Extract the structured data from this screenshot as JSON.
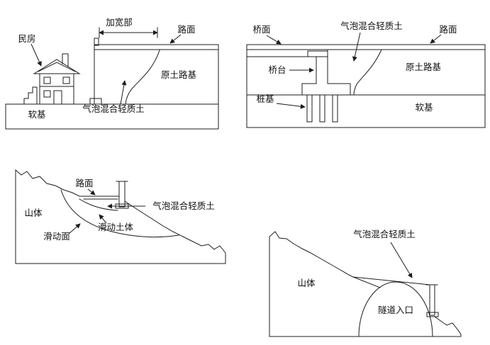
{
  "page": {
    "background": "#ffffff",
    "ink": "#1c1c1c"
  },
  "diagrams": {
    "widening": {
      "title": "road-widening-on-soft-ground",
      "labels": {
        "house": "民房",
        "widened_section": "加宽部",
        "pavement": "路面",
        "original_subgrade": "原土路基",
        "foam_soil": "气泡混合轻质土",
        "soft_ground": "软基"
      }
    },
    "abutment": {
      "title": "bridge-abutment-backfill",
      "labels": {
        "bridge_deck": "桥面",
        "foam_soil": "气泡混合轻质土",
        "pavement": "路面",
        "abutment": "桥台",
        "original_subgrade": "原土路基",
        "piles": "桩基",
        "soft_ground": "软基"
      }
    },
    "slope": {
      "title": "landslide-slope-road",
      "labels": {
        "pavement": "路面",
        "foam_soil": "气泡混合轻质土",
        "mountain": "山体",
        "slip_surface": "滑动面",
        "sliding_mass": "滑动土体"
      }
    },
    "tunnel": {
      "title": "tunnel-portal-fill",
      "labels": {
        "foam_soil": "气泡混合轻质土",
        "mountain": "山体",
        "tunnel_entrance": "隧道入口"
      }
    }
  }
}
